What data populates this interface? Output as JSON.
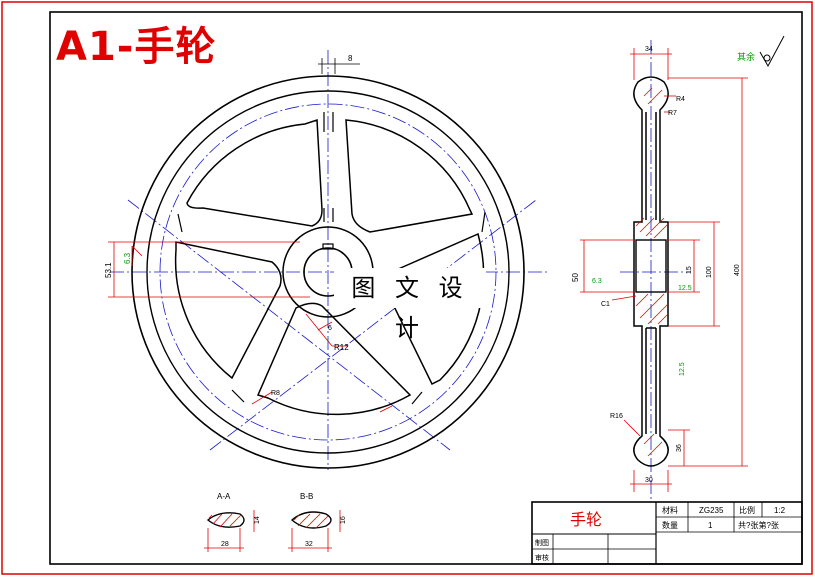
{
  "drawing_title": "A1-手轮",
  "watermark": "图 文 设 计",
  "roughness_note": "其余",
  "front_view": {
    "dim_top": "8",
    "dim_left_outer": "53.1",
    "dim_left_inner": "6.3",
    "radius_hub": "R12",
    "radius_rim": "R8",
    "dim_small": "6"
  },
  "side_view": {
    "dim_top_width": "34",
    "r_outer": "R4",
    "r_inner": "R7",
    "dim_hole": "50",
    "roughness_hole": "6.3",
    "chamfer": "C1",
    "dim_keyway": "15",
    "dim_hub": "100",
    "roughness_hub": "12.5",
    "roughness_rim": "12.5",
    "dim_total": "400",
    "r_bottom": "R16",
    "dim_rim_h": "36",
    "dim_bottom_width": "30"
  },
  "sections": {
    "aa_label": "A-A",
    "aa_width": "28",
    "aa_height": "14",
    "bb_label": "B-B",
    "bb_width": "32",
    "bb_height": "16"
  },
  "title_block": {
    "part_name": "手轮",
    "material_label": "材料",
    "material_value": "ZG235",
    "scale_label": "比例",
    "scale_value": "1:2",
    "qty_label": "数量",
    "qty_value": "1",
    "sheet_value": "共?张第?张",
    "drawn_label": "制图",
    "checked_label": "审核"
  }
}
